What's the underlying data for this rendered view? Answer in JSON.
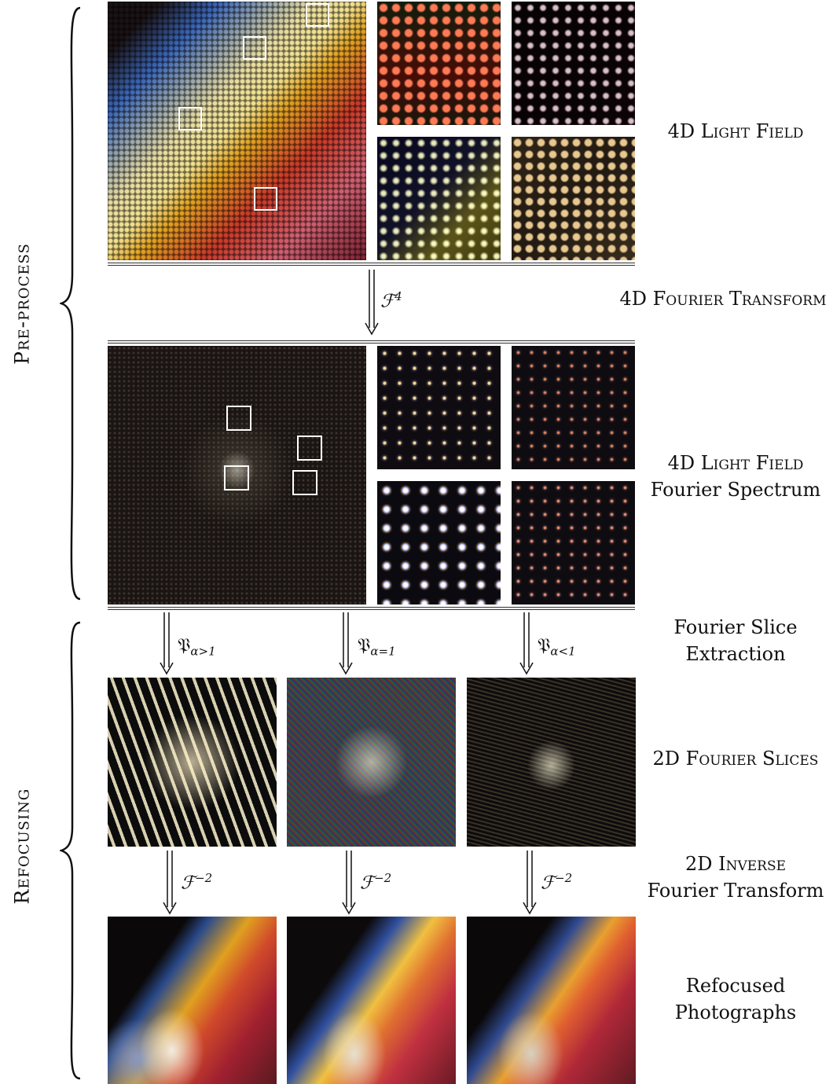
{
  "groups": {
    "preprocess": "Pre-process",
    "refocusing": "Refocusing"
  },
  "stages": {
    "light_field": "4D Light Field",
    "fourier_transform": "4D Fourier Transform",
    "spectrum_line1": "4D Light Field",
    "spectrum_line2": "Fourier Spectrum",
    "slice_extraction_line1": "Fourier Slice",
    "slice_extraction_line2": "Extraction",
    "fourier_slices": "2D Fourier Slices",
    "inverse_line1": "2D Inverse",
    "inverse_line2": "Fourier Transform",
    "photos_line1": "Refocused",
    "photos_line2": "Photographs"
  },
  "operators": {
    "f4_base": "ℱ",
    "f4_sup": "4",
    "slice_gt_base": "𝔓",
    "slice_gt_sub": "α>1",
    "slice_eq_base": "𝔓",
    "slice_eq_sub": "α=1",
    "slice_lt_base": "𝔓",
    "slice_lt_sub": "α<1",
    "inv_base": "ℱ",
    "inv_sup": "−2"
  },
  "colors": {
    "box_outline": "#ffffff",
    "rule": "#333333"
  }
}
